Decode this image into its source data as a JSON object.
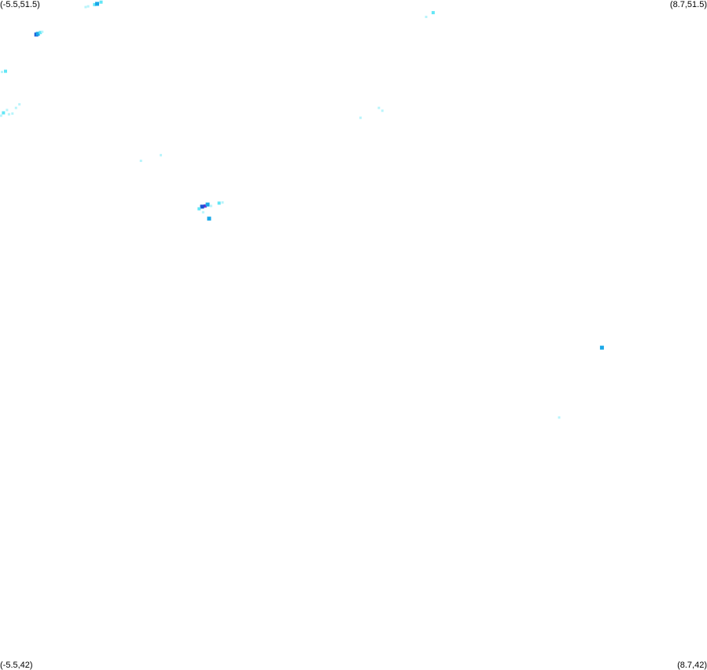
{
  "map": {
    "corners": {
      "top_left": "(-5.5,51.5)",
      "top_right": "(8.7,51.5)",
      "bottom_left": "(-5.5,42)",
      "bottom_right": "(8.7,42)"
    },
    "extent": {
      "lon_min": -5.5,
      "lon_max": 8.7,
      "lat_min": 42,
      "lat_max": 51.5
    },
    "background_color": "#ffffff",
    "palette": {
      "light": "#b8f4fb",
      "cyan": "#62e6f5",
      "medium": "#1aa8e8",
      "strong": "#1a55d6",
      "intense": "#6a2fd0"
    },
    "cells": [
      {
        "lon": -3.6,
        "lat": 51.435,
        "level": "cyan"
      },
      {
        "lon": -3.55,
        "lat": 51.445,
        "level": "medium"
      },
      {
        "lon": -3.47,
        "lat": 51.47,
        "level": "cyan"
      },
      {
        "lon": -3.73,
        "lat": 51.41,
        "level": "light"
      },
      {
        "lon": -3.78,
        "lat": 51.4,
        "level": "light"
      },
      {
        "lon": -4.77,
        "lat": 51.01,
        "level": "strong"
      },
      {
        "lon": -4.74,
        "lat": 51.02,
        "level": "medium"
      },
      {
        "lon": -4.69,
        "lat": 51.04,
        "level": "cyan"
      },
      {
        "lon": -4.65,
        "lat": 51.05,
        "level": "light"
      },
      {
        "lon": -5.39,
        "lat": 50.49,
        "level": "cyan"
      },
      {
        "lon": -5.46,
        "lat": 50.48,
        "level": "light"
      },
      {
        "lon": -5.36,
        "lat": 49.94,
        "level": "light"
      },
      {
        "lon": -5.43,
        "lat": 49.9,
        "level": "cyan"
      },
      {
        "lon": -5.32,
        "lat": 49.88,
        "level": "light"
      },
      {
        "lon": -5.25,
        "lat": 49.89,
        "level": "light"
      },
      {
        "lon": -5.5,
        "lat": 49.86,
        "level": "light"
      },
      {
        "lon": -5.18,
        "lat": 49.97,
        "level": "light"
      },
      {
        "lon": -5.11,
        "lat": 50.02,
        "level": "light"
      },
      {
        "lon": 3.2,
        "lat": 51.32,
        "level": "cyan"
      },
      {
        "lon": 3.06,
        "lat": 51.26,
        "level": "light"
      },
      {
        "lon": 2.11,
        "lat": 49.97,
        "level": "light"
      },
      {
        "lon": 2.18,
        "lat": 49.93,
        "level": "light"
      },
      {
        "lon": 1.74,
        "lat": 49.83,
        "level": "light"
      },
      {
        "lon": -2.67,
        "lat": 49.22,
        "level": "light"
      },
      {
        "lon": -2.27,
        "lat": 49.3,
        "level": "light"
      },
      {
        "lon": -1.38,
        "lat": 48.58,
        "level": "intense"
      },
      {
        "lon": -1.44,
        "lat": 48.57,
        "level": "strong"
      },
      {
        "lon": -1.33,
        "lat": 48.6,
        "level": "medium"
      },
      {
        "lon": -1.5,
        "lat": 48.54,
        "level": "cyan"
      },
      {
        "lon": -1.26,
        "lat": 48.58,
        "level": "light"
      },
      {
        "lon": -1.1,
        "lat": 48.62,
        "level": "cyan"
      },
      {
        "lon": -1.03,
        "lat": 48.63,
        "level": "light"
      },
      {
        "lon": -1.3,
        "lat": 48.4,
        "level": "medium"
      },
      {
        "lon": -1.42,
        "lat": 48.49,
        "level": "light"
      },
      {
        "lon": 6.59,
        "lat": 46.57,
        "level": "medium"
      },
      {
        "lon": 5.73,
        "lat": 45.58,
        "level": "light"
      }
    ]
  }
}
